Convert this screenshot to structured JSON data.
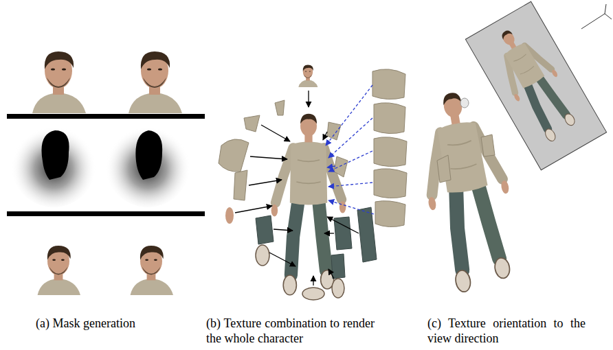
{
  "diagram": {
    "labels": [
      "(a) Mask generation",
      "(b) Texture combination to render the whole character",
      "(c) Texture orientation to the view direction"
    ]
  }
}
